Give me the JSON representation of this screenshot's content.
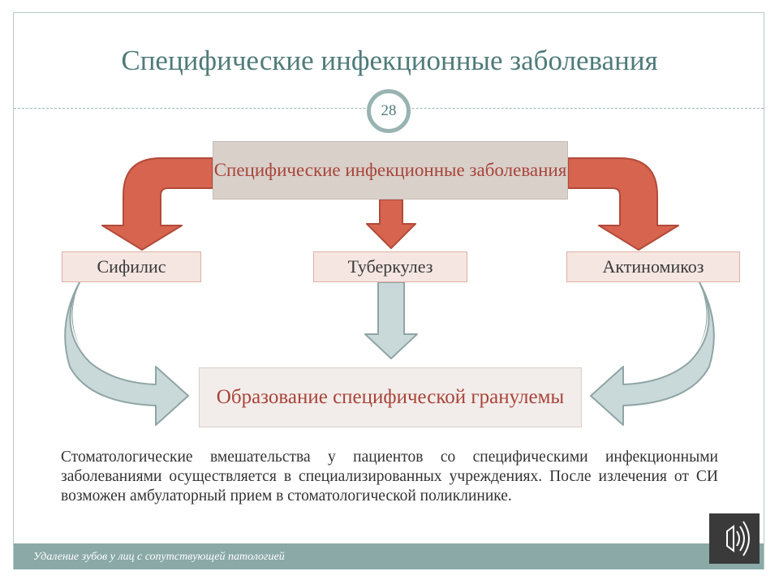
{
  "slide": {
    "title": "Специфические инфекционные заболевания",
    "page_number": "28"
  },
  "diagram": {
    "top": "Специфические инфекционные заболевания",
    "children": [
      "Сифилис",
      "Туберкулез",
      "Актиномикоз"
    ],
    "result": "Образование специфической гранулемы"
  },
  "paragraph": "Стоматологические вмешательства у пациентов со специфическими инфекционными заболеваниями осуществляется в специализированных учреждениях. После излечения от СИ возможен амбулаторный прием в стоматологической поликлинике.",
  "footer": "Удаление зубов у лиц с сопутствующей патологией",
  "icons": {
    "audio": "speaker-icon"
  },
  "colors": {
    "title": "#4f7b79",
    "red_arrow": "#d6644f",
    "teal_arrow": "#c9d9d9",
    "footer_bar": "#8aa9a7"
  }
}
